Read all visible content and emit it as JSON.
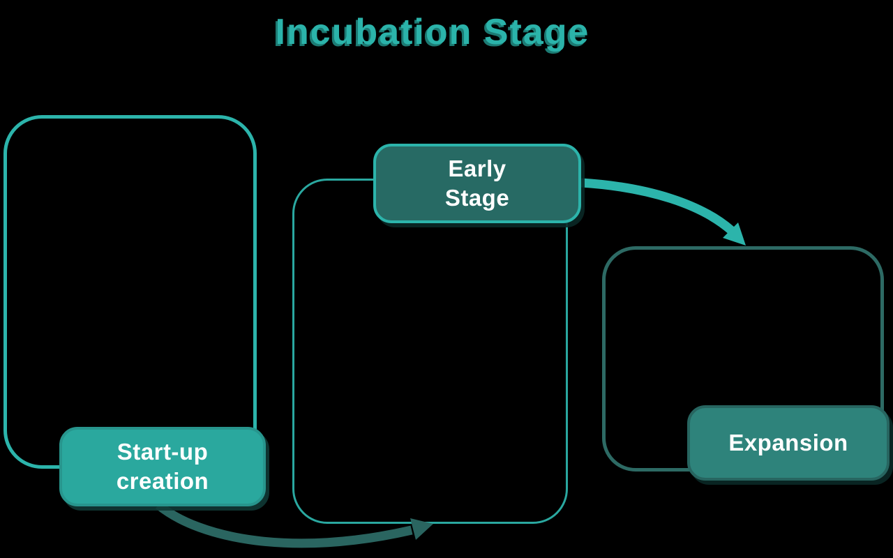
{
  "title": {
    "text": "Incubation Stage"
  },
  "colors": {
    "background": "#000000",
    "title": "#2bb3aa",
    "title_shadow": "#1c7a73",
    "outline_light": "#2cb4ab",
    "outline_mid": "#2aa8a0",
    "outline_dark": "#2d6a64",
    "startup_fill": "#2aa89e",
    "startup_border": "#27958d",
    "early_fill": "#276a64",
    "early_border": "#2cb4ab",
    "expansion_fill": "#2e837b",
    "expansion_border": "#276560",
    "arrow_light": "#2cb4ab",
    "arrow_dark": "#2a6560",
    "label_text": "#ffffff"
  },
  "stages": [
    {
      "name": "Start-up creation",
      "lines": [
        "Start-up",
        "creation"
      ]
    },
    {
      "name": "Early Stage",
      "lines": [
        "Early",
        "Stage"
      ]
    },
    {
      "name": "Expansion",
      "lines": [
        "Expansion"
      ]
    }
  ]
}
